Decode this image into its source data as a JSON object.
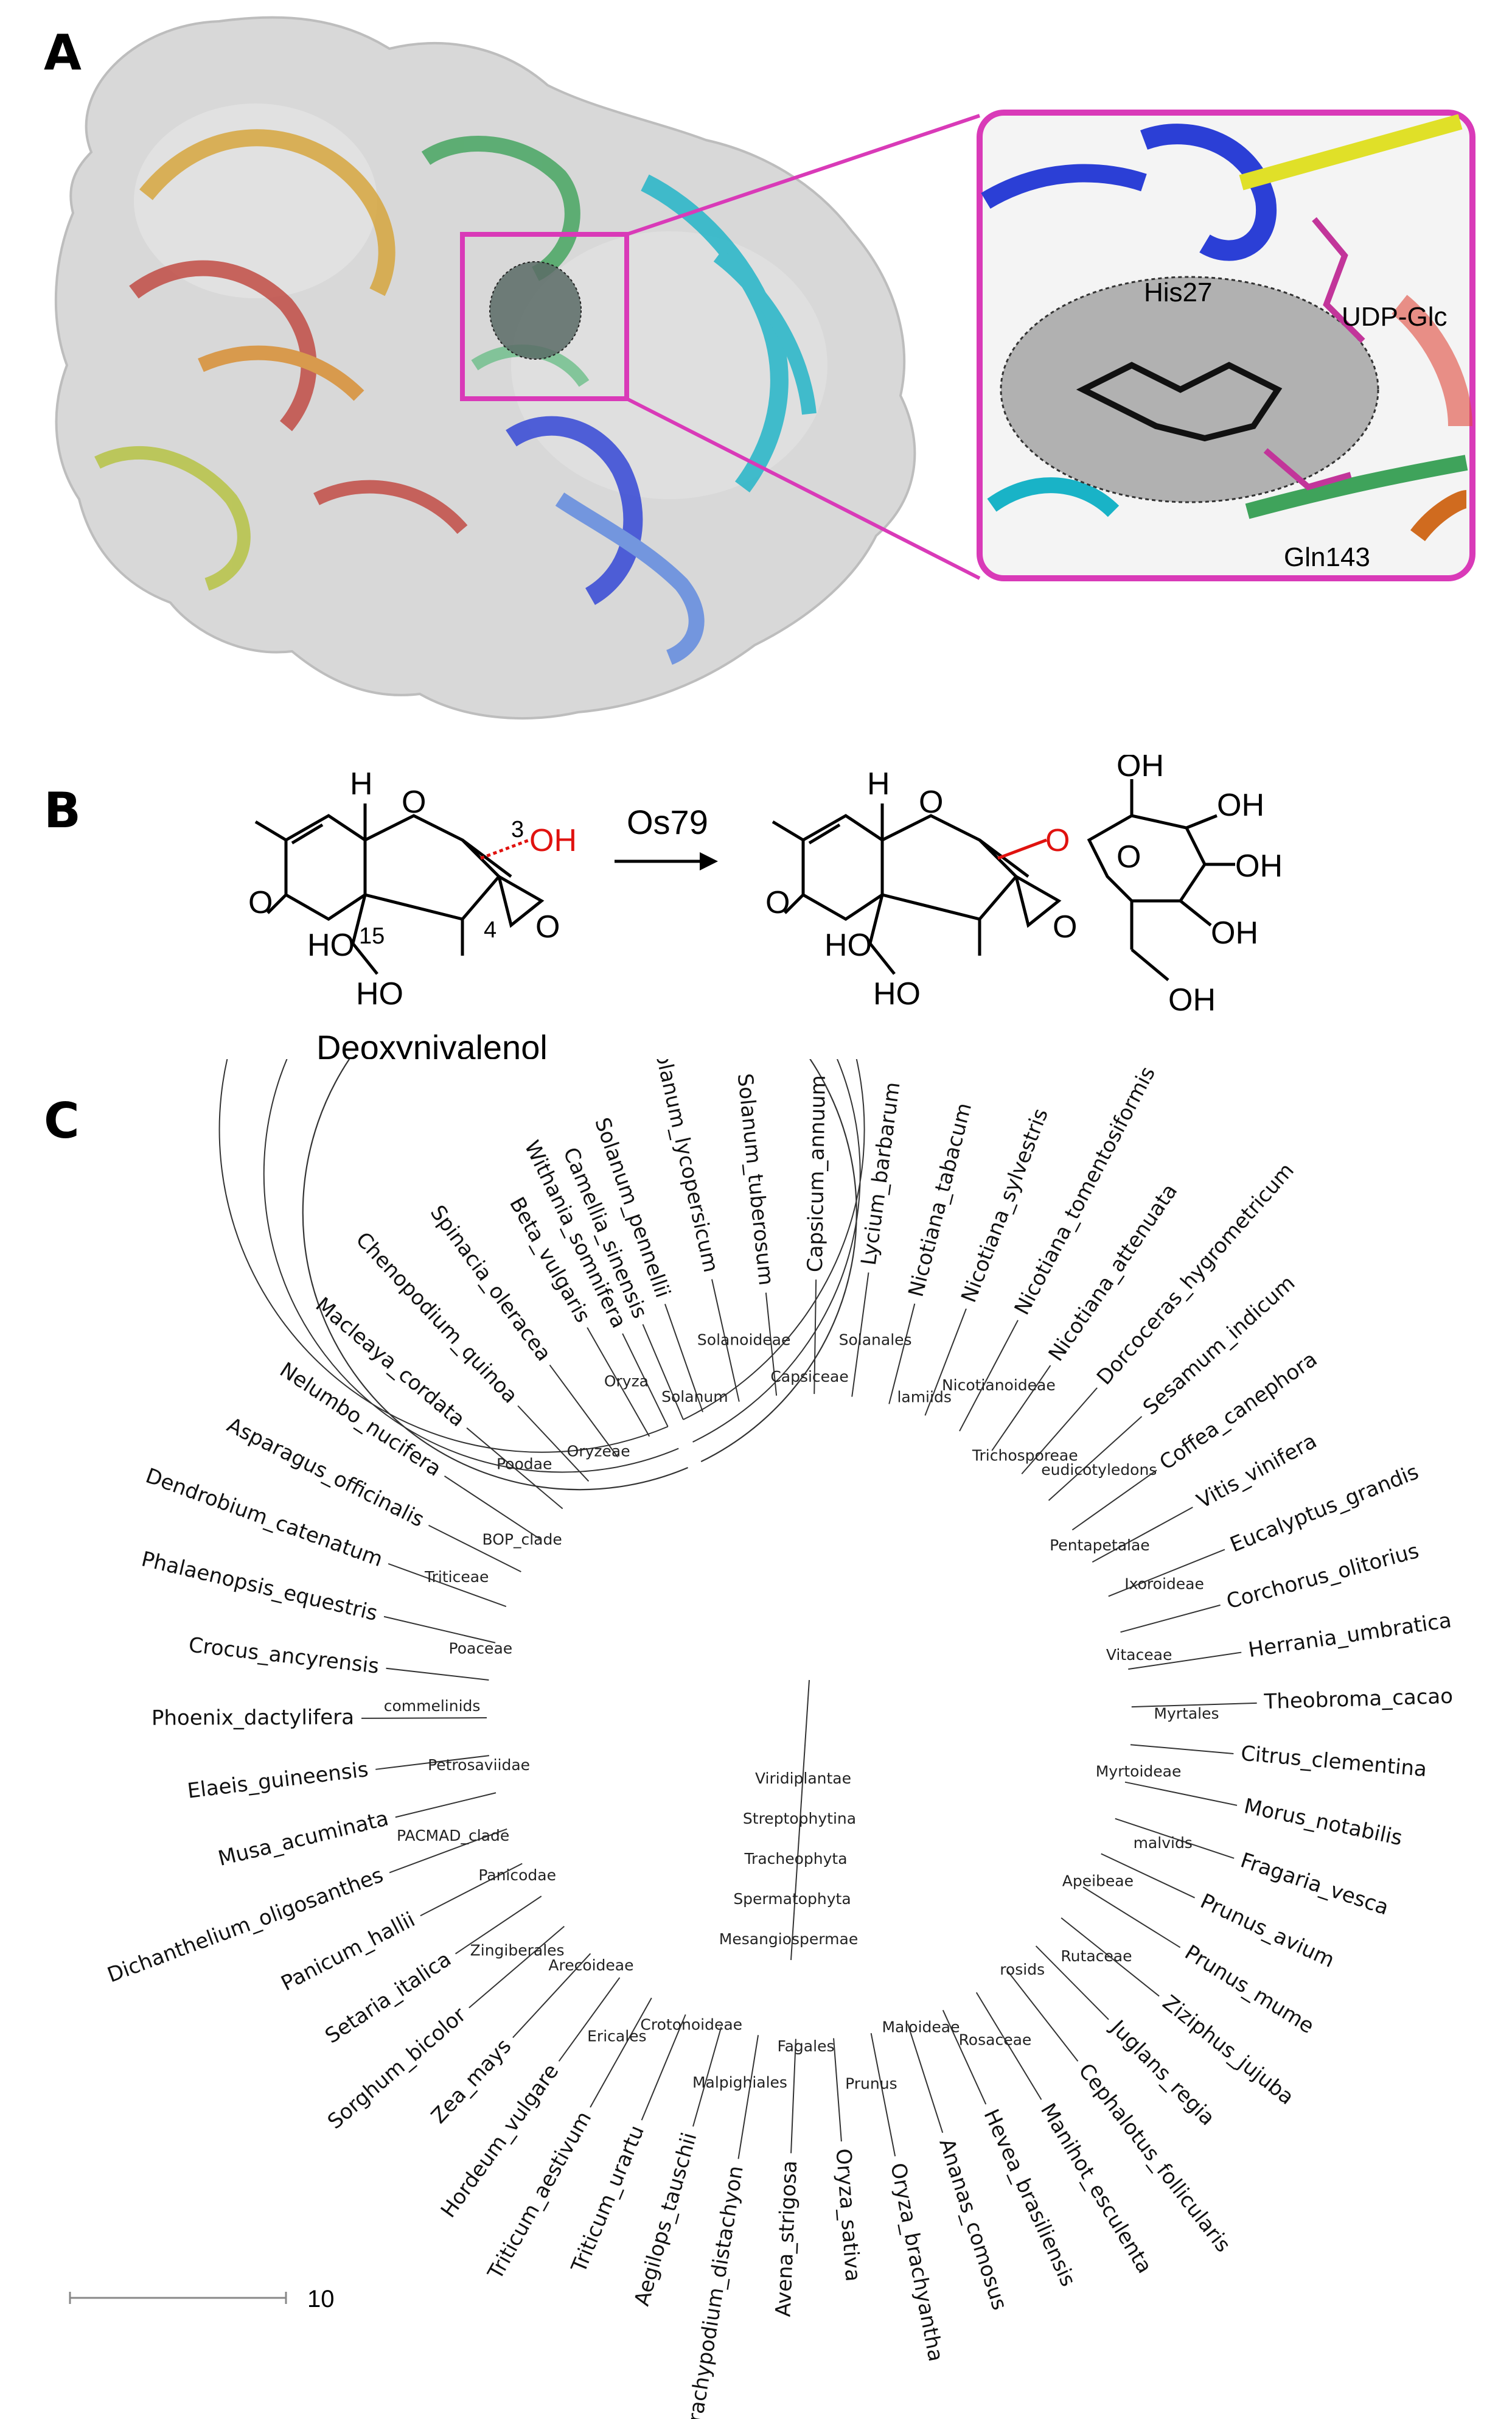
{
  "panels": {
    "a": "A",
    "b": "B",
    "c": "C"
  },
  "panel_a": {
    "residues": [
      "His27",
      "UDP-Glc",
      "Gln143"
    ],
    "colors": {
      "zoom_frame": "#d93ab8",
      "surface": "#d8d8d8",
      "helix_blue": "#2b3fd6",
      "helix_cyan": "#19b3c7",
      "strand_orange": "#d98b2b",
      "strand_red": "#c0443c",
      "strand_green": "#3fa35b"
    }
  },
  "panel_b": {
    "enzyme": "Os79",
    "substrate_name": "Deoxynivalenol",
    "atoms": {
      "h": "H",
      "o": "O",
      "oh": "OH",
      "ho": "HO",
      "c3": "3",
      "c4": "4",
      "c15": "15"
    }
  },
  "panel_c": {
    "leaves": [
      "Withania_somnifera",
      "Solanum_pennellii",
      "Solanum_lycopersicum",
      "Solanum_tuberosum",
      "Capsicum_annuum",
      "Lycium_barbarum",
      "Nicotiana_tabacum",
      "Nicotiana_sylvestris",
      "Nicotiana_tomentosiformis",
      "Nicotiana_attenuata",
      "Dorcoceras_hygrometricum",
      "Sesamum_indicum",
      "Coffea_canephora",
      "Vitis_vinifera",
      "Eucalyptus_grandis",
      "Corchorus_olitorius",
      "Herrania_umbratica",
      "Theobroma_cacao",
      "Citrus_clementina",
      "Morus_notabilis",
      "Fragaria_vesca",
      "Prunus_avium",
      "Prunus_mume",
      "Ziziphus_jujuba",
      "Juglans_regia",
      "Cephalotus_follicularis",
      "Manihot_esculenta",
      "Hevea_brasiliensis",
      "Ananas_comosus",
      "Oryza_brachyantha",
      "Oryza_sativa",
      "Avena_strigosa",
      "Brachypodium_distachyon",
      "Aegilops_tauschii",
      "Triticum_urartu",
      "Triticum_aestivum",
      "Hordeum_vulgare",
      "Zea_mays",
      "Sorghum_bicolor",
      "Setaria_italica",
      "Panicum_hallii",
      "Dichanthelium_oligosanthes",
      "Musa_acuminata",
      "Elaeis_guineensis",
      "Phoenix_dactylifera",
      "Crocus_ancyrensis",
      "Phalaenopsis_equestris",
      "Dendrobium_catenatum",
      "Asparagus_officinalis",
      "Nelumbo_nucifera",
      "Macleaya_cordata",
      "Chenopodium_quinoa",
      "Spinacia_oleracea",
      "Beta_vulgaris",
      "Camellia_sinensis"
    ],
    "clades": [
      "Solanum",
      "Solanoideae",
      "Capsiceae",
      "Solanales",
      "lamiids",
      "Nicotianoideae",
      "Trichosporeae",
      "eudicotyledons",
      "Pentapetalae",
      "Ixoroideae",
      "Vitaceae",
      "Myrtales",
      "Myrtoideae",
      "malvids",
      "Apeibeae",
      "Rutaceae",
      "rosids",
      "Rosaceae",
      "Maloideae",
      "Prunus",
      "Fagales",
      "Malpighiales",
      "Crotonoideae",
      "Ericales",
      "Arecoideae",
      "Zingiberales",
      "Panicodae",
      "PACMAD_clade",
      "Petrosaviidae",
      "commelinids",
      "Poaceae",
      "Triticeae",
      "BOP_clade",
      "Poodae",
      "Oryzeae",
      "Oryza",
      "Viridiplantae",
      "Streptophytina",
      "Tracheophyta",
      "Spermatophyta",
      "Mesangiospermae"
    ],
    "scale_label": "10"
  }
}
